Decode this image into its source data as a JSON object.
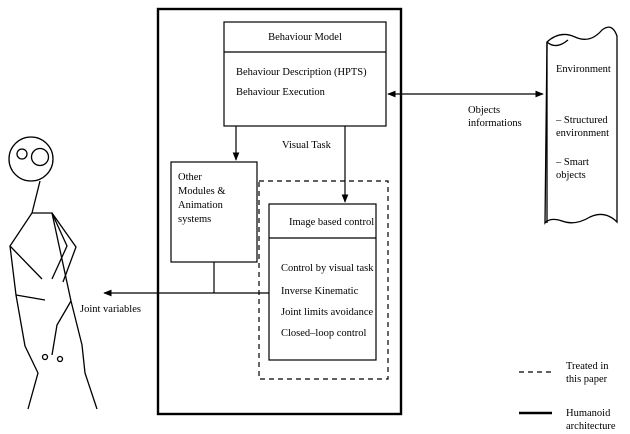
{
  "behaviour_model": {
    "title": "Behaviour Model",
    "lines": [
      "Behaviour Description (HPTS)",
      "Behaviour Execution"
    ]
  },
  "environment": {
    "title": "Environment",
    "items": [
      "– Structured\nenvironment",
      "– Smart\nobjects"
    ]
  },
  "objects_informations": "Objects\ninformations",
  "visual_task": "Visual Task",
  "other_modules": "Other\nModules &\nAnimation\nsystems",
  "image_control": {
    "title": "Image based control",
    "lines": [
      "Control by visual task",
      "Inverse Kinematic",
      "Joint limits avoidance",
      "Closed–loop control"
    ]
  },
  "joint_variables": "Joint variables",
  "legend": {
    "treated": "Treated in\nthis paper",
    "humanoid": "Humanoid\narchitecture"
  },
  "colors": {
    "line": "#000000",
    "background": "#ffffff"
  }
}
